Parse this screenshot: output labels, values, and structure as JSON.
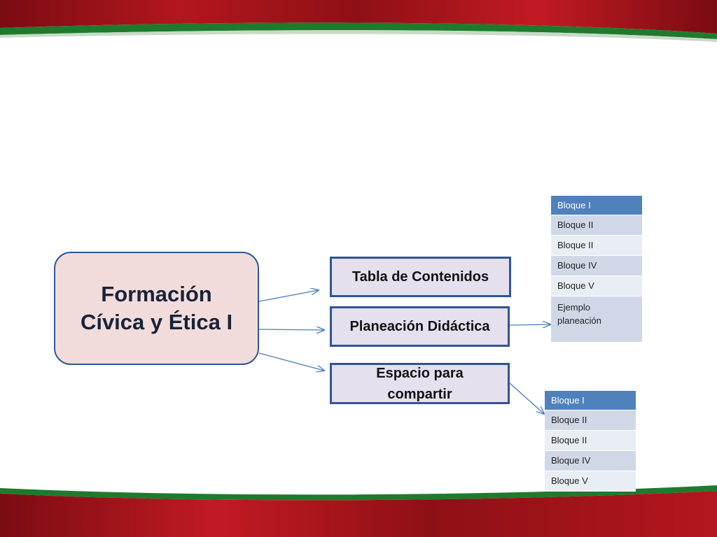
{
  "main_node": {
    "line1": "Formación",
    "line2": "Cívica y Ética  I"
  },
  "nodes": {
    "tabla": "Tabla de Contenidos",
    "planeacion": "Planeación Didáctica",
    "espacio": "Espacio para compartir"
  },
  "list_contenidos": [
    "Bloque I",
    "Bloque II",
    "Bloque II",
    "Bloque IV",
    "Bloque V",
    "Ejemplo planeación"
  ],
  "list_compartir": [
    "Bloque I",
    "Bloque II",
    "Bloque II",
    "Bloque IV",
    "Bloque V"
  ],
  "colors": {
    "band_red": "#a3131a",
    "band_green": "#1f7a2e",
    "node_border": "#2e5597",
    "main_fill": "#f2dcdb",
    "node_fill": "#e5dfee",
    "list_header": "#4f81bd",
    "list_dark": "#d0d8e8",
    "list_light": "#e9edf4",
    "arrow": "#4a7ebb"
  }
}
